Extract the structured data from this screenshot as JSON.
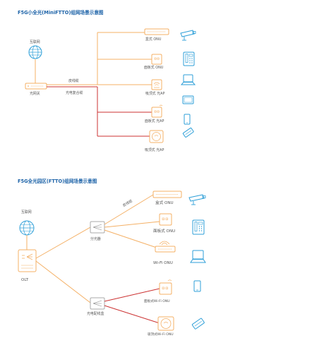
{
  "scene1": {
    "title": "F5G小全光(MiniFTTO)组网场景示意图",
    "internet": "互联网",
    "gateway": "光网关",
    "fiber_label": "皮线缆",
    "composite_label": "光电复合缆",
    "devices": [
      "盒式 ONU",
      "面板式 ONU",
      "吸顶式 光AP",
      "面板式 光AP",
      "吸顶式 光AP"
    ]
  },
  "scene2": {
    "title": "F5G全光园区(FTTO)组网场景示意图",
    "internet": "互联网",
    "olt": "OLT",
    "splitter": "分光器",
    "box": "光电配线盒",
    "fiber_label": "皮线缆",
    "devices": [
      "盒式 ONU",
      "面板式 ONU",
      "Wi-Fi ONU",
      "面板式Wi-Fi ONU",
      "吸顶式Wi-Fi ONU"
    ]
  },
  "colors": {
    "orange": "#f4b066",
    "red": "#cc3333",
    "blue": "#2e9fd8",
    "title": "#1d63a8"
  },
  "icons": [
    "globe-icon",
    "camera-icon",
    "phone-icon",
    "laptop-icon",
    "tablet-icon",
    "mobile-icon",
    "pos-terminal-icon"
  ]
}
